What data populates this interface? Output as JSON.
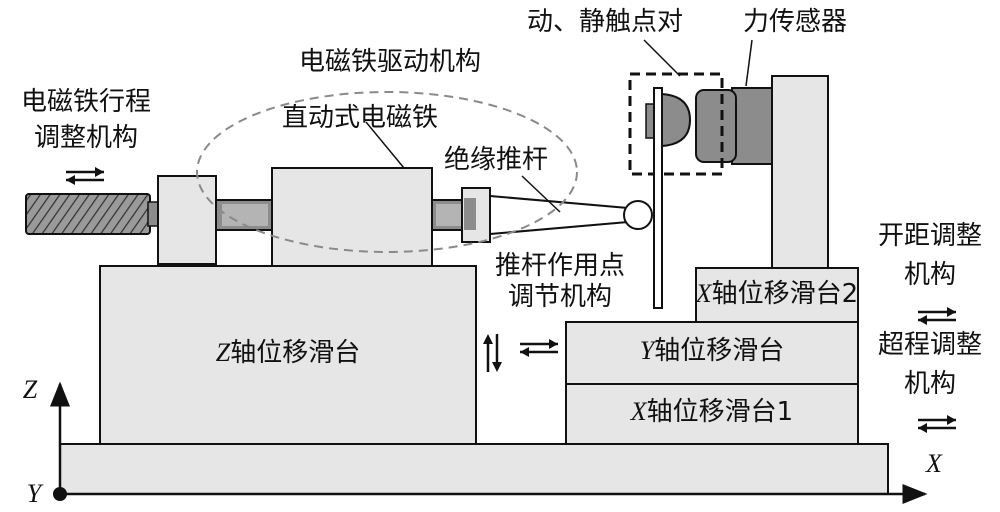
{
  "labels": {
    "contacts": "动、静触点对",
    "force_sensor": "力传感器",
    "drive_mechanism": "电磁铁驱动机构",
    "stroke_adjust_line1": "电磁铁行程",
    "stroke_adjust_line2": "调整机构",
    "linear_magnet": "直动式电磁铁",
    "push_rod": "绝缘推杆",
    "action_point_line1": "推杆作用点",
    "action_point_line2": "调节机构",
    "gap_adjust_line1": "开距调整",
    "gap_adjust_line2": "机构",
    "over_adjust_line1": "超程调整",
    "over_adjust_line2": "机构"
  },
  "stages": {
    "z_prefix": "Z",
    "z_suffix": "轴位移滑台",
    "y_prefix": "Y",
    "y_suffix": "轴位移滑台",
    "x1_prefix": "X",
    "x1_suffix": "轴位移滑台1",
    "x2_prefix": "X",
    "x2_suffix": "轴位移滑台2"
  },
  "axes": {
    "z": "Z",
    "y": "Y",
    "x": "X"
  },
  "colors": {
    "stroke": "#111111",
    "stage_fill": "#e6e6e6",
    "dark_part": "#8c8c8c",
    "mid_part": "#b4b4b4",
    "dashed_ellipse": "#8a8a8a"
  }
}
